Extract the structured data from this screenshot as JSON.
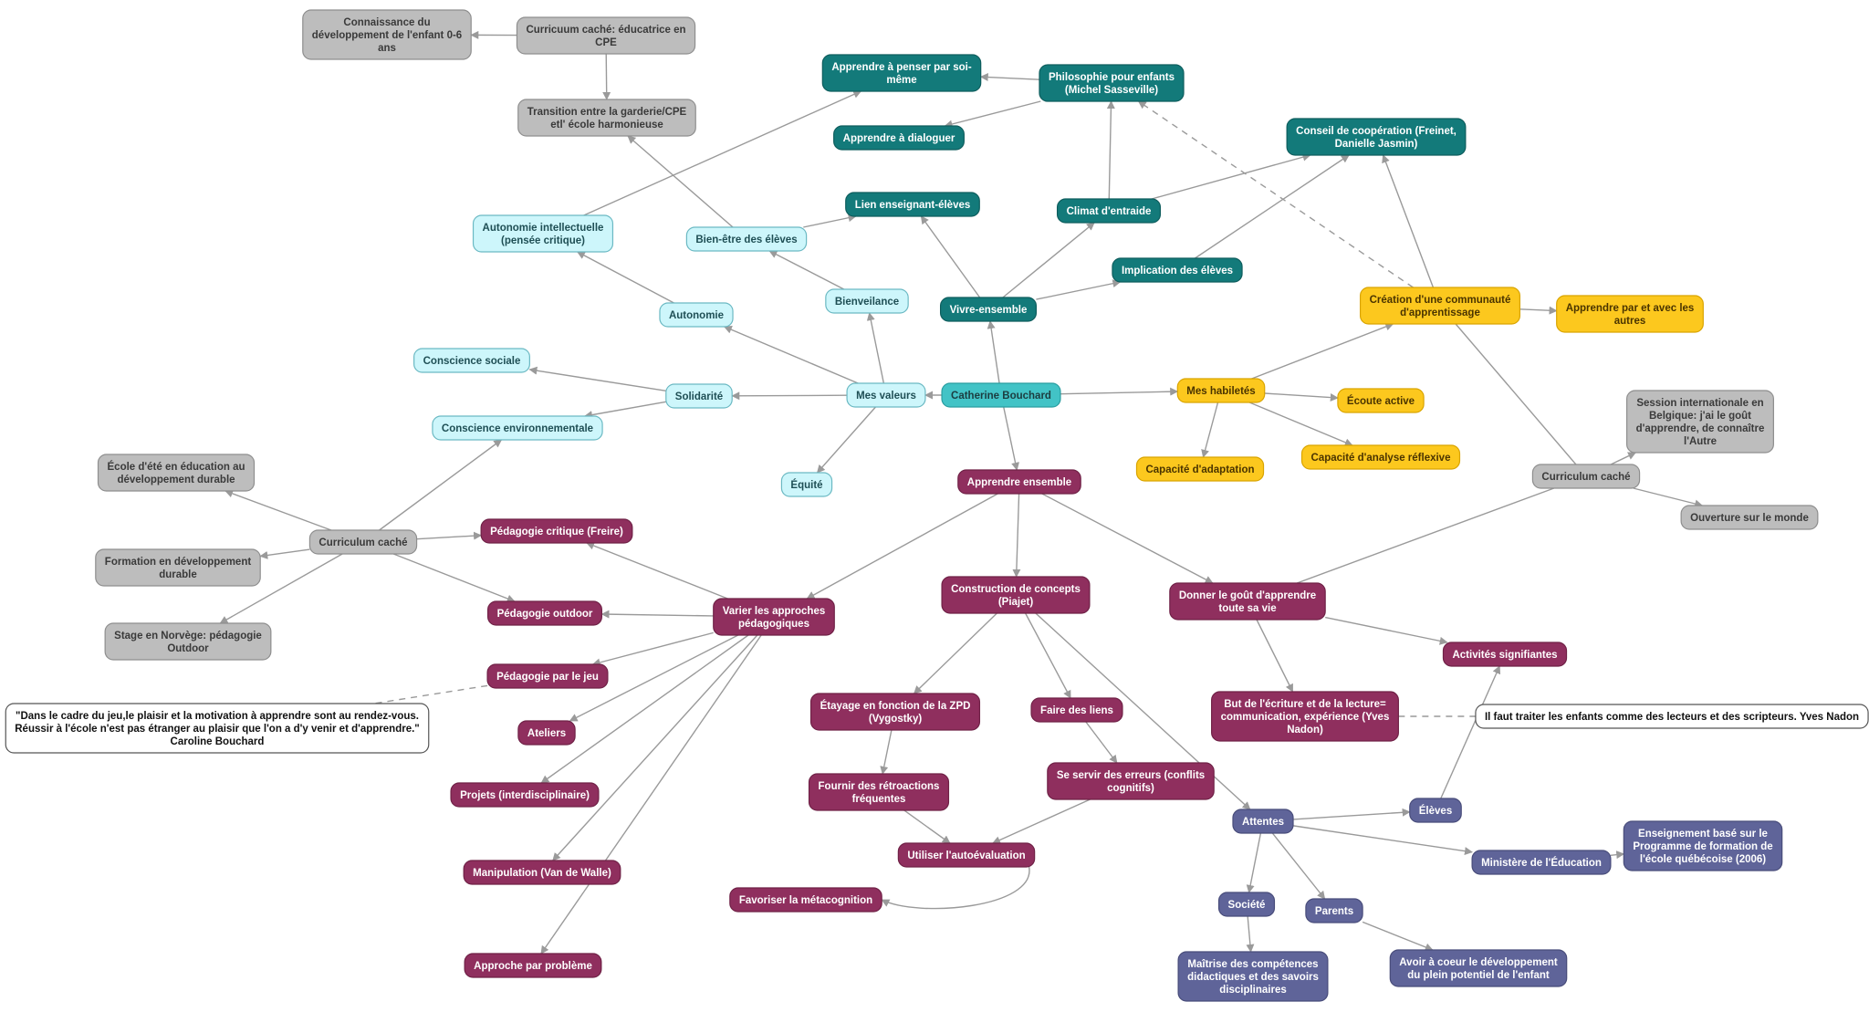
{
  "colors": {
    "teal": "#137a7a",
    "light_cyan": "#cdf6fb",
    "center": "#42c3c6",
    "yellow": "#fcc81e",
    "gray": "#bdbdbd",
    "magenta": "#8f2f5e",
    "purple": "#5f6499",
    "white": "#ffffff",
    "edge": "#9a9a9a"
  },
  "nodes": [
    {
      "id": "catherine",
      "lines": [
        "Catherine Bouchard"
      ],
      "style": "center"
    },
    {
      "id": "valeurs",
      "lines": [
        "Mes valeurs"
      ],
      "style": "light_cyan"
    },
    {
      "id": "autonomie",
      "lines": [
        "Autonomie"
      ],
      "style": "light_cyan"
    },
    {
      "id": "bienveillance",
      "lines": [
        "Bienveilance"
      ],
      "style": "light_cyan"
    },
    {
      "id": "solidarite",
      "lines": [
        "Solidarité"
      ],
      "style": "light_cyan"
    },
    {
      "id": "equite",
      "lines": [
        "Équité"
      ],
      "style": "light_cyan"
    },
    {
      "id": "auto_intel",
      "lines": [
        "Autonomie intellectuelle",
        "(pensée critique)"
      ],
      "style": "light_cyan"
    },
    {
      "id": "bienetre",
      "lines": [
        "Bien-être des élèves"
      ],
      "style": "light_cyan"
    },
    {
      "id": "conscience_sociale",
      "lines": [
        "Conscience sociale"
      ],
      "style": "light_cyan"
    },
    {
      "id": "conscience_env",
      "lines": [
        "Conscience  environnementale"
      ],
      "style": "light_cyan"
    },
    {
      "id": "vivre",
      "lines": [
        "Vivre-ensemble"
      ],
      "style": "teal"
    },
    {
      "id": "lien",
      "lines": [
        "Lien enseignant-élèves"
      ],
      "style": "teal"
    },
    {
      "id": "climat",
      "lines": [
        "Climat d'entraide"
      ],
      "style": "teal"
    },
    {
      "id": "implication",
      "lines": [
        "Implication des élèves"
      ],
      "style": "teal"
    },
    {
      "id": "philo",
      "lines": [
        "Philosophie pour enfants",
        "(Michel Sasseville)"
      ],
      "style": "teal"
    },
    {
      "id": "penser",
      "lines": [
        "Apprendre  à penser par soi-",
        "même"
      ],
      "style": "teal"
    },
    {
      "id": "dialoguer",
      "lines": [
        "Apprendre à dialoguer"
      ],
      "style": "teal"
    },
    {
      "id": "conseil",
      "lines": [
        "Conseil de coopération (Freinet,",
        "Danielle Jasmin)"
      ],
      "style": "teal"
    },
    {
      "id": "habiletes",
      "lines": [
        "Mes habiletés"
      ],
      "style": "yellow"
    },
    {
      "id": "communaute",
      "lines": [
        "Création d'une communauté",
        "d'apprentissage"
      ],
      "style": "yellow"
    },
    {
      "id": "apprendre_autres",
      "lines": [
        "Apprendre par et avec les",
        "autres"
      ],
      "style": "yellow"
    },
    {
      "id": "ecoute",
      "lines": [
        "Écoute active"
      ],
      "style": "yellow"
    },
    {
      "id": "analyse",
      "lines": [
        "Capacité d'analyse réflexive"
      ],
      "style": "yellow"
    },
    {
      "id": "adaptation",
      "lines": [
        "Capacité d'adaptation"
      ],
      "style": "yellow"
    },
    {
      "id": "curr_cpe",
      "lines": [
        "Curricuum caché: éducatrice en",
        "CPE"
      ],
      "style": "gray"
    },
    {
      "id": "dev_enfant",
      "lines": [
        "Connaissance du",
        "développement de l'enfant 0-6",
        "ans"
      ],
      "style": "gray"
    },
    {
      "id": "transition",
      "lines": [
        "Transition entre la garderie/CPE",
        "etl' école  harmonieuse"
      ],
      "style": "gray"
    },
    {
      "id": "curr_left",
      "lines": [
        "Curriculum caché"
      ],
      "style": "gray"
    },
    {
      "id": "ecole_ete",
      "lines": [
        "École d'été en éducation au",
        "développement durable"
      ],
      "style": "gray"
    },
    {
      "id": "formation_dd",
      "lines": [
        "Formation en développement",
        "durable"
      ],
      "style": "gray"
    },
    {
      "id": "stage",
      "lines": [
        "Stage en Norvège: pédagogie",
        "Outdoor"
      ],
      "style": "gray"
    },
    {
      "id": "curr_right",
      "lines": [
        "Curriculum caché"
      ],
      "style": "gray"
    },
    {
      "id": "session",
      "lines": [
        "Session internationale en",
        "Belgique: j'ai le goût",
        "d'apprendre, de connaître",
        "l'Autre"
      ],
      "style": "gray"
    },
    {
      "id": "ouverture",
      "lines": [
        "Ouverture sur le monde"
      ],
      "style": "gray"
    },
    {
      "id": "apprendre_ens",
      "lines": [
        "Apprendre ensemble"
      ],
      "style": "magenta"
    },
    {
      "id": "varier",
      "lines": [
        "Varier les approches",
        "pédagogiques"
      ],
      "style": "magenta"
    },
    {
      "id": "construction",
      "lines": [
        "Construction de concepts",
        "(Piajet)"
      ],
      "style": "magenta"
    },
    {
      "id": "gout",
      "lines": [
        "Donner le goût d'apprendre",
        "toute sa vie"
      ],
      "style": "magenta"
    },
    {
      "id": "critique",
      "lines": [
        "Pédagogie critique (Freire)"
      ],
      "style": "magenta"
    },
    {
      "id": "outdoor",
      "lines": [
        "Pédagogie outdoor"
      ],
      "style": "magenta"
    },
    {
      "id": "jeu",
      "lines": [
        "Pédagogie par le jeu"
      ],
      "style": "magenta"
    },
    {
      "id": "ateliers",
      "lines": [
        "Ateliers"
      ],
      "style": "magenta"
    },
    {
      "id": "projets",
      "lines": [
        "Projets (interdisciplinaire)"
      ],
      "style": "magenta"
    },
    {
      "id": "manipulation",
      "lines": [
        "Manipulation (Van de Walle)"
      ],
      "style": "magenta"
    },
    {
      "id": "probleme",
      "lines": [
        "Approche par problème"
      ],
      "style": "magenta"
    },
    {
      "id": "etayage",
      "lines": [
        "Étayage en fonction de la ZPD",
        "(Vygostky)"
      ],
      "style": "magenta"
    },
    {
      "id": "liens",
      "lines": [
        "Faire des liens"
      ],
      "style": "magenta"
    },
    {
      "id": "retroactions",
      "lines": [
        "Fournir des rétroactions",
        "fréquentes"
      ],
      "style": "magenta"
    },
    {
      "id": "erreurs",
      "lines": [
        "Se servir des erreurs (conflits",
        "cognitifs)"
      ],
      "style": "magenta"
    },
    {
      "id": "autoeval",
      "lines": [
        "Utiliser l'autoévaluation"
      ],
      "style": "magenta"
    },
    {
      "id": "metacog",
      "lines": [
        "Favoriser la métacognition"
      ],
      "style": "magenta"
    },
    {
      "id": "activites",
      "lines": [
        "Activités signifiantes"
      ],
      "style": "magenta"
    },
    {
      "id": "but",
      "lines": [
        "But de l'écriture et de la lecture=",
        "communication, expérience (Yves",
        "Nadon)"
      ],
      "style": "magenta"
    },
    {
      "id": "attentes",
      "lines": [
        "Attentes"
      ],
      "style": "purple"
    },
    {
      "id": "eleves",
      "lines": [
        "Élèves"
      ],
      "style": "purple"
    },
    {
      "id": "ministere",
      "lines": [
        "Ministère de l'Éducation"
      ],
      "style": "purple"
    },
    {
      "id": "programme",
      "lines": [
        "Enseignement basé sur le",
        "Programme de formation de",
        "l'école québécoise (2006)"
      ],
      "style": "purple"
    },
    {
      "id": "societe",
      "lines": [
        "Société"
      ],
      "style": "purple"
    },
    {
      "id": "parents",
      "lines": [
        "Parents"
      ],
      "style": "purple"
    },
    {
      "id": "maitrise",
      "lines": [
        "Maîtrise des compétences",
        "didactiques et des savoirs",
        "disciplinaires"
      ],
      "style": "purple"
    },
    {
      "id": "avoir",
      "lines": [
        "Avoir à coeur le développement",
        "du plein potentiel de l'enfant"
      ],
      "style": "purple"
    },
    {
      "id": "quote_jeu",
      "lines": [
        "\"Dans le cadre du jeu,le plaisir et la motivation à apprendre sont au rendez-vous.",
        "Réussir à l'école n'est pas étranger au plaisir que l'on a d'y venir et d'apprendre.\"",
        "Caroline Bouchard"
      ],
      "style": "white"
    },
    {
      "id": "quote_nadon",
      "lines": [
        "Il faut traiter les enfants comme des lecteurs et des scripteurs. Yves Nadon"
      ],
      "style": "white"
    }
  ],
  "edges": [
    {
      "from": "catherine",
      "to": "valeurs"
    },
    {
      "from": "catherine",
      "to": "vivre"
    },
    {
      "from": "catherine",
      "to": "habiletes"
    },
    {
      "from": "catherine",
      "to": "apprendre_ens"
    },
    {
      "from": "valeurs",
      "to": "autonomie"
    },
    {
      "from": "valeurs",
      "to": "bienveillance"
    },
    {
      "from": "valeurs",
      "to": "solidarite"
    },
    {
      "from": "valeurs",
      "to": "equite"
    },
    {
      "from": "autonomie",
      "to": "auto_intel"
    },
    {
      "from": "auto_intel",
      "to": "penser"
    },
    {
      "from": "bienveillance",
      "to": "bienetre"
    },
    {
      "from": "bienetre",
      "to": "lien"
    },
    {
      "from": "bienetre",
      "to": "transition"
    },
    {
      "from": "solidarite",
      "to": "conscience_sociale"
    },
    {
      "from": "solidarite",
      "to": "conscience_env"
    },
    {
      "from": "vivre",
      "to": "lien"
    },
    {
      "from": "vivre",
      "to": "climat"
    },
    {
      "from": "vivre",
      "to": "implication"
    },
    {
      "from": "climat",
      "to": "philo"
    },
    {
      "from": "climat",
      "to": "conseil"
    },
    {
      "from": "implication",
      "to": "conseil"
    },
    {
      "from": "philo",
      "to": "penser"
    },
    {
      "from": "philo",
      "to": "dialoguer"
    },
    {
      "from": "habiletes",
      "to": "communaute"
    },
    {
      "from": "habiletes",
      "to": "ecoute"
    },
    {
      "from": "habiletes",
      "to": "analyse"
    },
    {
      "from": "habiletes",
      "to": "adaptation"
    },
    {
      "from": "communaute",
      "to": "apprendre_autres"
    },
    {
      "from": "communaute",
      "to": "conseil"
    },
    {
      "from": "communaute",
      "to": "philo",
      "dashed": true
    },
    {
      "from": "communaute",
      "to": "curr_right",
      "noarrow": true
    },
    {
      "from": "curr_right",
      "to": "session"
    },
    {
      "from": "curr_right",
      "to": "ouverture"
    },
    {
      "from": "curr_right",
      "to": "gout",
      "noarrow": true
    },
    {
      "from": "curr_cpe",
      "to": "dev_enfant"
    },
    {
      "from": "curr_cpe",
      "to": "transition"
    },
    {
      "from": "curr_left",
      "to": "ecole_ete"
    },
    {
      "from": "curr_left",
      "to": "formation_dd"
    },
    {
      "from": "curr_left",
      "to": "stage"
    },
    {
      "from": "curr_left",
      "to": "conscience_env"
    },
    {
      "from": "curr_left",
      "to": "critique"
    },
    {
      "from": "curr_left",
      "to": "outdoor"
    },
    {
      "from": "apprendre_ens",
      "to": "varier"
    },
    {
      "from": "apprendre_ens",
      "to": "construction"
    },
    {
      "from": "apprendre_ens",
      "to": "gout"
    },
    {
      "from": "varier",
      "to": "critique"
    },
    {
      "from": "varier",
      "to": "outdoor"
    },
    {
      "from": "varier",
      "to": "jeu"
    },
    {
      "from": "varier",
      "to": "ateliers"
    },
    {
      "from": "varier",
      "to": "projets"
    },
    {
      "from": "varier",
      "to": "manipulation"
    },
    {
      "from": "varier",
      "to": "probleme"
    },
    {
      "from": "jeu",
      "to": "quote_jeu",
      "dashed": true,
      "noarrow": true
    },
    {
      "from": "construction",
      "to": "etayage"
    },
    {
      "from": "construction",
      "to": "liens"
    },
    {
      "from": "construction",
      "to": "attentes"
    },
    {
      "from": "etayage",
      "to": "retroactions"
    },
    {
      "from": "retroactions",
      "to": "autoeval"
    },
    {
      "from": "liens",
      "to": "erreurs"
    },
    {
      "from": "erreurs",
      "to": "autoeval"
    },
    {
      "from": "autoeval",
      "to": "metacog",
      "curve": true
    },
    {
      "from": "gout",
      "to": "activites"
    },
    {
      "from": "gout",
      "to": "but"
    },
    {
      "from": "but",
      "to": "quote_nadon",
      "dashed": true,
      "noarrow": true
    },
    {
      "from": "attentes",
      "to": "eleves"
    },
    {
      "from": "attentes",
      "to": "ministere"
    },
    {
      "from": "attentes",
      "to": "societe"
    },
    {
      "from": "attentes",
      "to": "parents"
    },
    {
      "from": "eleves",
      "to": "activites"
    },
    {
      "from": "ministere",
      "to": "programme"
    },
    {
      "from": "societe",
      "to": "maitrise"
    },
    {
      "from": "parents",
      "to": "avoir"
    }
  ]
}
